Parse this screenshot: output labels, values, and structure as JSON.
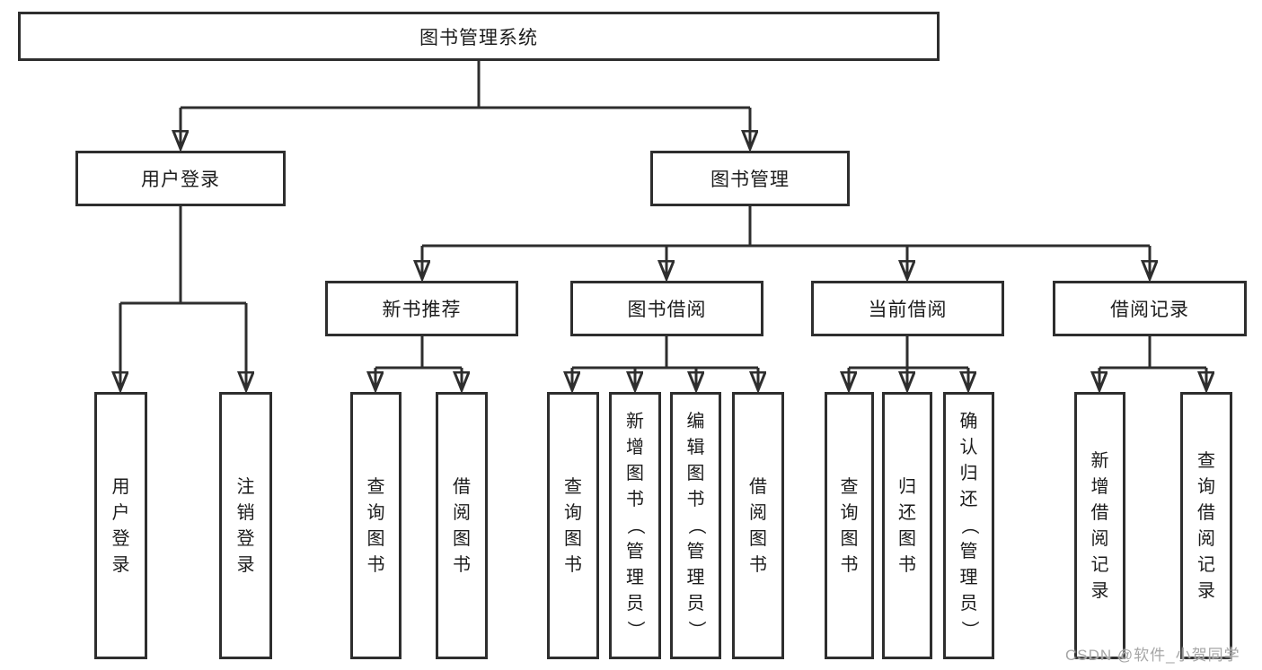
{
  "tree": {
    "root": "图书管理系统",
    "user_branch": {
      "label": "用户登录",
      "children": [
        "用户登录",
        "注销登录"
      ]
    },
    "book_branch": {
      "label": "图书管理",
      "groups": [
        {
          "label": "新书推荐",
          "children": [
            "查询图书",
            "借阅图书"
          ]
        },
        {
          "label": "图书借阅",
          "children": [
            "查询图书",
            "新增图书（管理员）",
            "编辑图书（管理员）",
            "借阅图书"
          ]
        },
        {
          "label": "当前借阅",
          "children": [
            "查询图书",
            "归还图书",
            "确认归还（管理员）"
          ]
        },
        {
          "label": "借阅记录",
          "children": [
            "新增借阅记录",
            "查询借阅记录"
          ]
        }
      ]
    }
  },
  "watermark": "CSDN @软件_小贺同学",
  "colors": {
    "line": "#2e2e2e",
    "text": "#1c1c1c",
    "watermark": "#a6a6a6",
    "background": "#ffffff"
  }
}
